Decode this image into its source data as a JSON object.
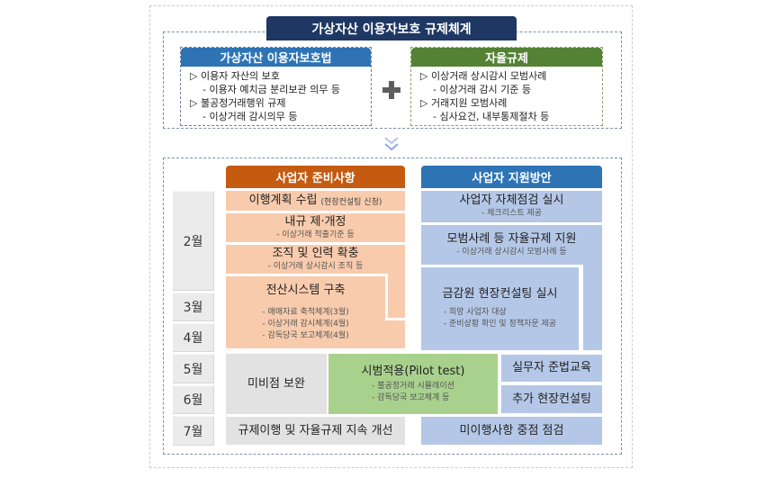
{
  "top": {
    "title": "가상자산 이용자보호 규제체계",
    "law": {
      "header": "가상자산 이용자보호법",
      "items": [
        {
          "label": "▷ 이용자 자산의 보호",
          "sub": "- 이용자 예치금 분리보관 의무 등"
        },
        {
          "label": "▷ 불공정거래행위 규제",
          "sub": "- 이상거래 감시의무 등"
        }
      ]
    },
    "plus_icon": "plus-icon",
    "self_regulation": {
      "header": "자율규제",
      "items": [
        {
          "label": "▷ 이상거래 상시감시 모범사례",
          "sub": "- 이상거래 감시 기준 등"
        },
        {
          "label": "▷ 거래지원 모범사례",
          "sub": "- 심사요건, 내부통제절차 등"
        }
      ]
    },
    "arrow_icon": "chevron-double-down-icon"
  },
  "timeline": {
    "columns": {
      "preparation": "사업자 준비사항",
      "support": "사업자 지원방안"
    },
    "months": [
      "2월",
      "3월",
      "4월",
      "5월",
      "6월",
      "7월"
    ],
    "preparation_items": [
      {
        "title": "이행계획 수립",
        "note": "(현장컨설팅 신청)"
      },
      {
        "title": "내규 제·개정",
        "sub": [
          "- 이상거래 적출기준 등"
        ]
      },
      {
        "title": "조직 및 인력 확충",
        "sub": [
          "- 이상거래 상시감시 조직 등"
        ]
      },
      {
        "title": "전산시스템 구축",
        "sub": [
          "- 매매자료 축적체계(3월)",
          "- 이상거래 감시체계(4월)",
          "- 감독당국 보고체계(4월)"
        ]
      },
      {
        "title": "미비점 보완"
      },
      {
        "title": "시범적용(Pilot test)",
        "sub": [
          "- 불공정거래 시뮬레이션",
          "- 감독당국 보고체계 등"
        ]
      },
      {
        "title": "규제이행 및 자율규제 지속 개선"
      }
    ],
    "support_items": [
      {
        "title": "사업자 자체점검 실시",
        "sub": [
          "- 체크리스트 제공"
        ]
      },
      {
        "title": "모범사례 등 자율규제 지원",
        "sub": [
          "- 이상거래 상시감시 모범사례 등"
        ]
      },
      {
        "title": "금감원 현장컨설팅 실시",
        "sub": [
          "- 희망 사업자 대상",
          "- 준비상황 확인 및 정책자문 제공"
        ]
      },
      {
        "title": "실무자 준법교육"
      },
      {
        "title": "추가 현장컨설팅"
      },
      {
        "title": "미이행사항 중점 점검"
      }
    ]
  },
  "colors": {
    "title_navy": "#1e3763",
    "law_blue": "#2e74b5",
    "self_green": "#548235",
    "prep_orange": "#c55a11",
    "prep_fill": "#f8cbad",
    "support_fill": "#b4c7e7",
    "pilot_green": "#a9d18e",
    "gray_fill": "#e2e2e2"
  }
}
